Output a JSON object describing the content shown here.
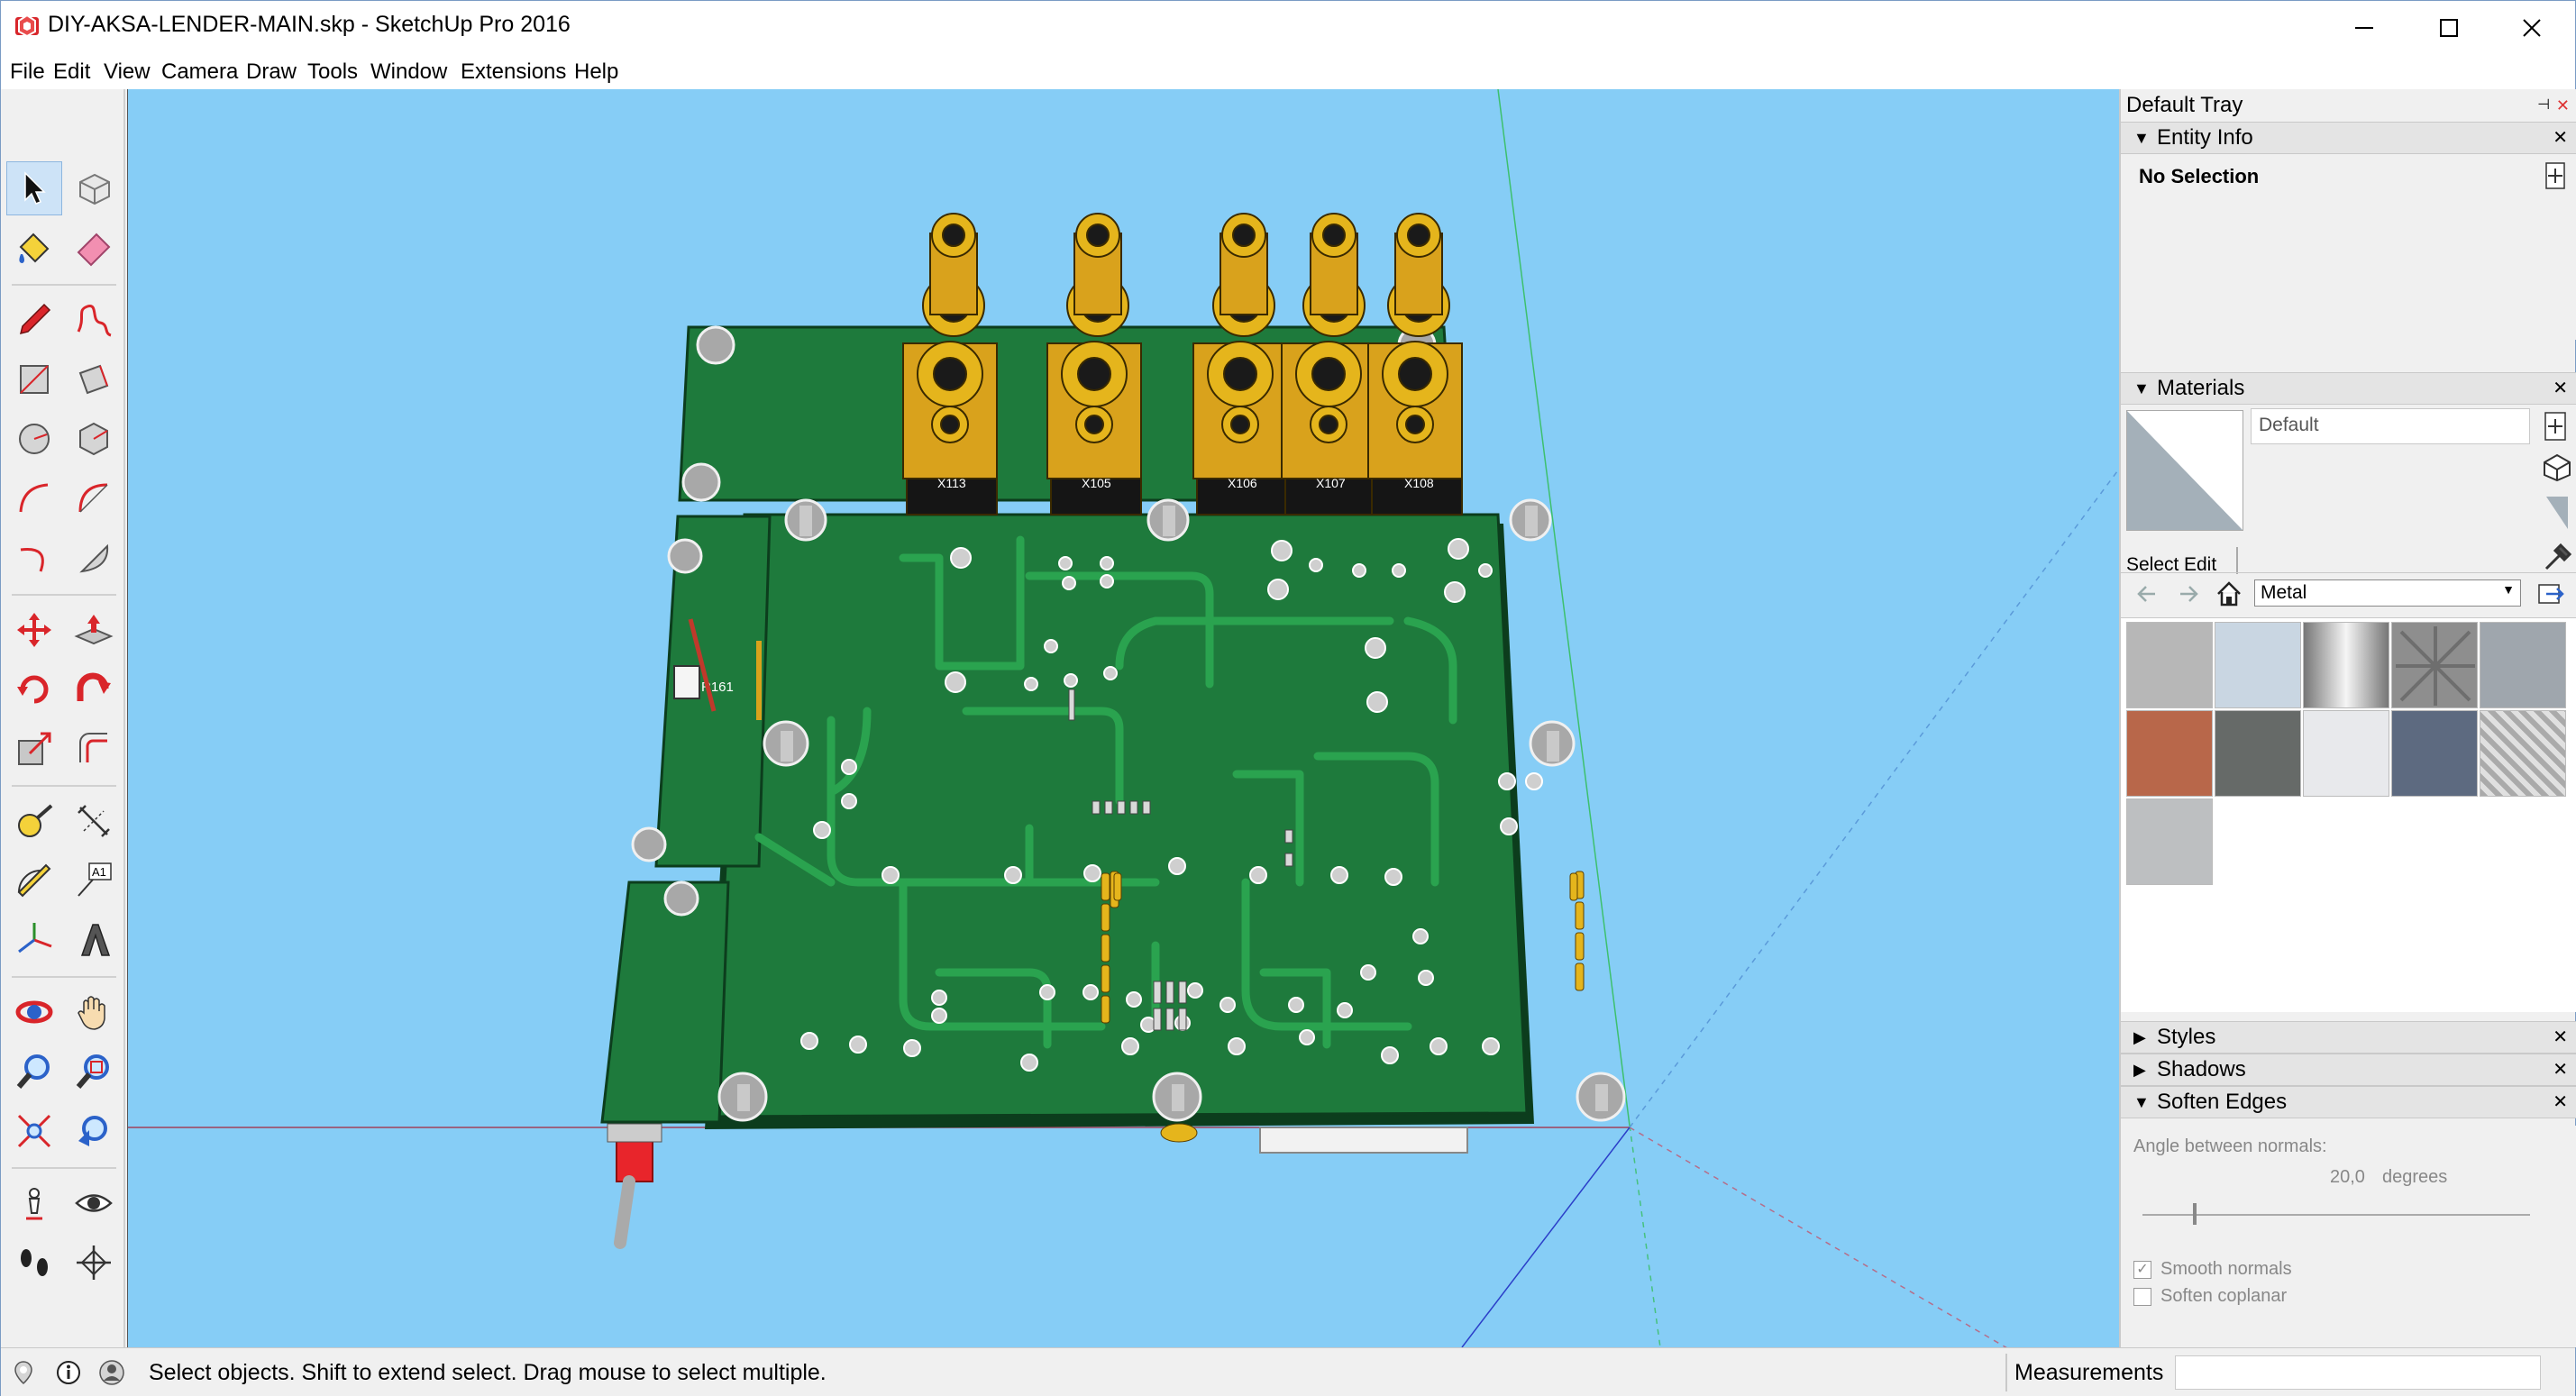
{
  "window": {
    "title": "DIY-AKSA-LENDER-MAIN.skp - SketchUp Pro 2016",
    "controls": [
      "minimize",
      "maximize",
      "close"
    ]
  },
  "menu": [
    "File",
    "Edit",
    "View",
    "Camera",
    "Draw",
    "Tools",
    "Window",
    "Extensions",
    "Help"
  ],
  "toolbar": {
    "tools": [
      {
        "name": "select-tool",
        "icon": "arrow-cursor-icon"
      },
      {
        "name": "make-component-tool",
        "icon": "component-icon"
      },
      {
        "name": "paint-bucket-tool",
        "icon": "paint-bucket-icon"
      },
      {
        "name": "eraser-tool",
        "icon": "eraser-icon"
      },
      {
        "name": "line-tool",
        "icon": "pencil-icon"
      },
      {
        "name": "freehand-tool",
        "icon": "freehand-icon"
      },
      {
        "name": "rectangle-tool",
        "icon": "rectangle-icon"
      },
      {
        "name": "rotated-rectangle-tool",
        "icon": "rotated-rectangle-icon"
      },
      {
        "name": "circle-tool",
        "icon": "circle-icon"
      },
      {
        "name": "polygon-tool",
        "icon": "polygon-icon"
      },
      {
        "name": "arc-tool",
        "icon": "arc-icon"
      },
      {
        "name": "two-point-arc-tool",
        "icon": "arc-2pt-icon"
      },
      {
        "name": "three-point-arc-tool",
        "icon": "arc-3pt-icon"
      },
      {
        "name": "pie-tool",
        "icon": "pie-icon"
      },
      {
        "name": "move-tool",
        "icon": "move-icon"
      },
      {
        "name": "push-pull-tool",
        "icon": "push-pull-icon"
      },
      {
        "name": "rotate-tool",
        "icon": "rotate-icon"
      },
      {
        "name": "follow-me-tool",
        "icon": "follow-me-icon"
      },
      {
        "name": "scale-tool",
        "icon": "scale-icon"
      },
      {
        "name": "offset-tool",
        "icon": "offset-icon"
      },
      {
        "name": "tape-measure-tool",
        "icon": "tape-measure-icon"
      },
      {
        "name": "dimension-tool",
        "icon": "dimension-icon"
      },
      {
        "name": "protractor-tool",
        "icon": "protractor-icon"
      },
      {
        "name": "text-tool",
        "icon": "text-label-icon"
      },
      {
        "name": "axes-tool",
        "icon": "axes-icon"
      },
      {
        "name": "3d-text-tool",
        "icon": "3d-text-icon"
      },
      {
        "name": "orbit-tool",
        "icon": "orbit-icon"
      },
      {
        "name": "pan-tool",
        "icon": "hand-icon"
      },
      {
        "name": "zoom-tool",
        "icon": "magnifier-icon"
      },
      {
        "name": "zoom-window-tool",
        "icon": "zoom-window-icon"
      },
      {
        "name": "zoom-extents-tool",
        "icon": "zoom-extents-icon"
      },
      {
        "name": "previous-view-tool",
        "icon": "previous-view-icon"
      },
      {
        "name": "position-camera-tool",
        "icon": "position-camera-icon"
      },
      {
        "name": "look-around-tool",
        "icon": "eye-icon"
      },
      {
        "name": "walk-tool",
        "icon": "footprints-icon"
      },
      {
        "name": "section-plane-tool",
        "icon": "section-plane-icon"
      }
    ],
    "text_tool_label": "A1"
  },
  "viewport": {
    "background": "#86cdf6",
    "board_color": "#1e7a3c",
    "trace_color": "#2aa34f",
    "jack_gold": "#d9a21c",
    "connector_labels": [
      "X113",
      "X105",
      "X106",
      "X107",
      "X108"
    ],
    "resistor_label": "R161"
  },
  "tray": {
    "title": "Default Tray",
    "entity_info": {
      "title": "Entity Info",
      "selection": "No Selection"
    },
    "materials": {
      "title": "Materials",
      "current_name": "Default",
      "tabs": [
        "Select",
        "Edit"
      ],
      "library": "Metal",
      "swatches": [
        {
          "name": "swatch-brushed-aluminum",
          "color": "#b7b7b7"
        },
        {
          "name": "swatch-light-blue-metal",
          "color": "#c9d6e2"
        },
        {
          "name": "swatch-steel-gradient",
          "color": "#c4c4c4"
        },
        {
          "name": "swatch-diamond-plate",
          "color": "#8e8e8e"
        },
        {
          "name": "swatch-gray-metal",
          "color": "#9fa6ad"
        },
        {
          "name": "swatch-rusty-metal",
          "color": "#b8674a"
        },
        {
          "name": "swatch-dark-metal",
          "color": "#666a68"
        },
        {
          "name": "swatch-white-metal",
          "color": "#e8e9ec"
        },
        {
          "name": "swatch-blue-steel",
          "color": "#5d6a80"
        },
        {
          "name": "swatch-tread-plate",
          "color": "#c6c6c6"
        },
        {
          "name": "swatch-silver-metal",
          "color": "#bdbfc1"
        }
      ]
    },
    "styles": {
      "title": "Styles"
    },
    "shadows": {
      "title": "Shadows"
    },
    "soften_edges": {
      "title": "Soften Edges",
      "angle_label": "Angle between normals:",
      "angle_value": "20,0",
      "angle_unit": "degrees",
      "smooth_normals": {
        "label": "Smooth normals",
        "checked": true
      },
      "soften_coplanar": {
        "label": "Soften coplanar",
        "checked": false
      }
    }
  },
  "status": {
    "message": "Select objects. Shift to extend select. Drag mouse to select multiple.",
    "measurements_label": "Measurements",
    "measurements_value": ""
  }
}
